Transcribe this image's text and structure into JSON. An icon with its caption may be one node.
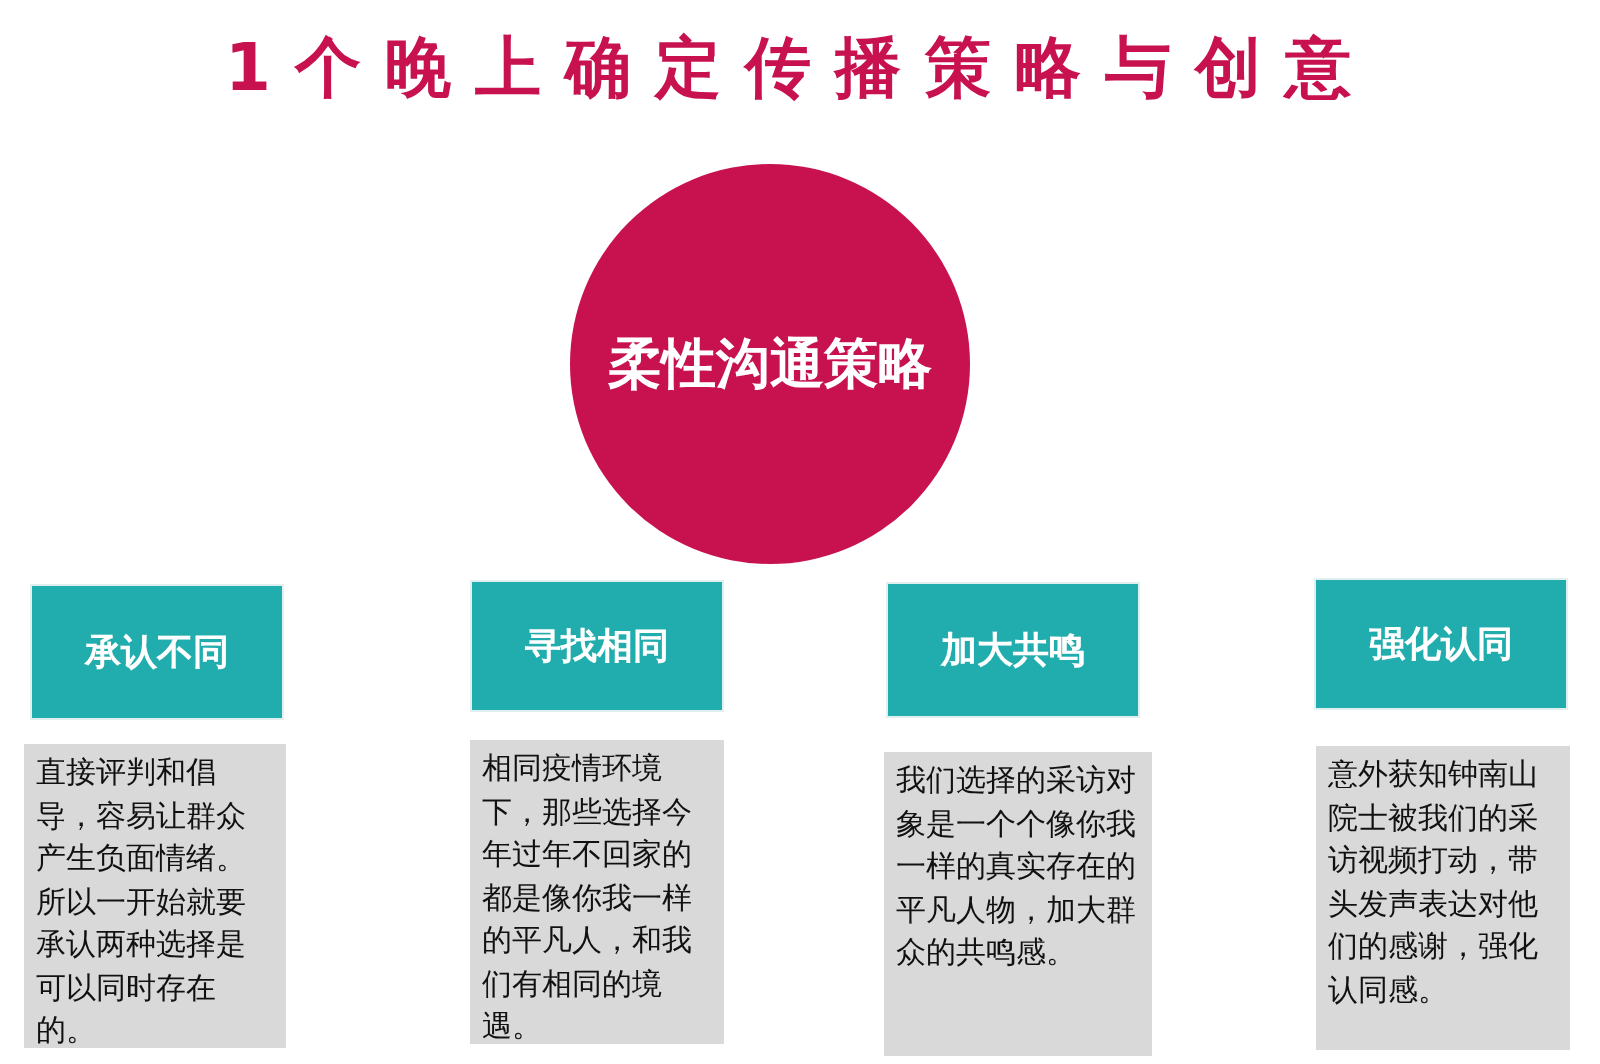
{
  "diagram": {
    "title": "1个晚上确定传播策略与创意",
    "nodes": [
      {
        "text": [
          "柔性沟通策略"
        ]
      },
      {
        "text": [
          "承认不同"
        ]
      },
      {
        "text": [
          "寻找相同"
        ]
      },
      {
        "text": [
          "加大共鸣"
        ]
      },
      {
        "text": [
          "强化认同"
        ]
      },
      {
        "text": [
          "直接评判和倡导，容易让群众产生负面情绪。所以一开始就要承认两种选择是可以同时存在的。"
        ]
      },
      {
        "text": [
          "相同疫情环境下，那些选择今年过年不回家的都是像你我一样的平凡人，和我们有相同的境遇。"
        ]
      },
      {
        "text": [
          "我们选择的采访对象是一个个像你我一样的真实存在的平凡人物，加大群众的共鸣感。"
        ]
      },
      {
        "text": [
          "意外获知钟南山院士被我们的采访视频打动，带头发声表达对他们的感谢，强化认同感。"
        ]
      }
    ]
  }
}
